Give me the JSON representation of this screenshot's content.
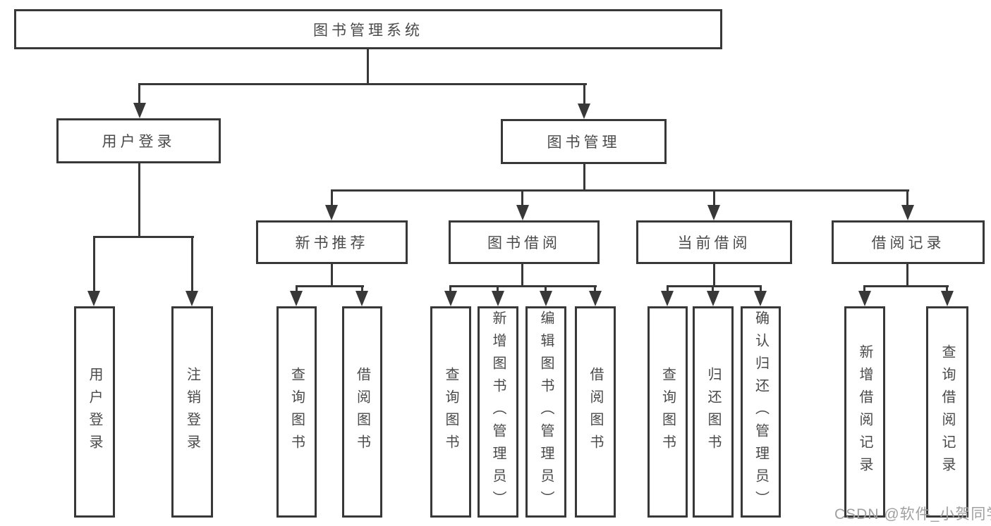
{
  "diagram": {
    "root": {
      "label": "图书管理系统"
    },
    "level1": [
      {
        "label": "用户登录"
      },
      {
        "label": "图书管理"
      }
    ],
    "level2": [
      {
        "label": "新书推荐"
      },
      {
        "label": "图书借阅"
      },
      {
        "label": "当前借阅"
      },
      {
        "label": "借阅记录"
      }
    ],
    "leaves": [
      {
        "label": "用户登录",
        "parent": "用户登录"
      },
      {
        "label": "注销登录",
        "parent": "用户登录"
      },
      {
        "label": "查询图书",
        "parent": "新书推荐"
      },
      {
        "label": "借阅图书",
        "parent": "新书推荐"
      },
      {
        "label": "查询图书",
        "parent": "图书借阅"
      },
      {
        "label": "新增图书（管理员）",
        "parent": "图书借阅"
      },
      {
        "label": "编辑图书（管理员）",
        "parent": "图书借阅"
      },
      {
        "label": "借阅图书",
        "parent": "图书借阅"
      },
      {
        "label": "查询图书",
        "parent": "当前借阅"
      },
      {
        "label": "归还图书",
        "parent": "当前借阅"
      },
      {
        "label": "确认归还（管理员）",
        "parent": "当前借阅"
      },
      {
        "label": "新增借阅记录",
        "parent": "借阅记录"
      },
      {
        "label": "查询借阅记录",
        "parent": "借阅记录"
      }
    ],
    "watermark": "CSDN @软件_小贺同学",
    "colors": {
      "line": "#383838",
      "text": "#4a4a4a",
      "watermark": "#a0a0a0",
      "background": "#ffffff"
    }
  }
}
